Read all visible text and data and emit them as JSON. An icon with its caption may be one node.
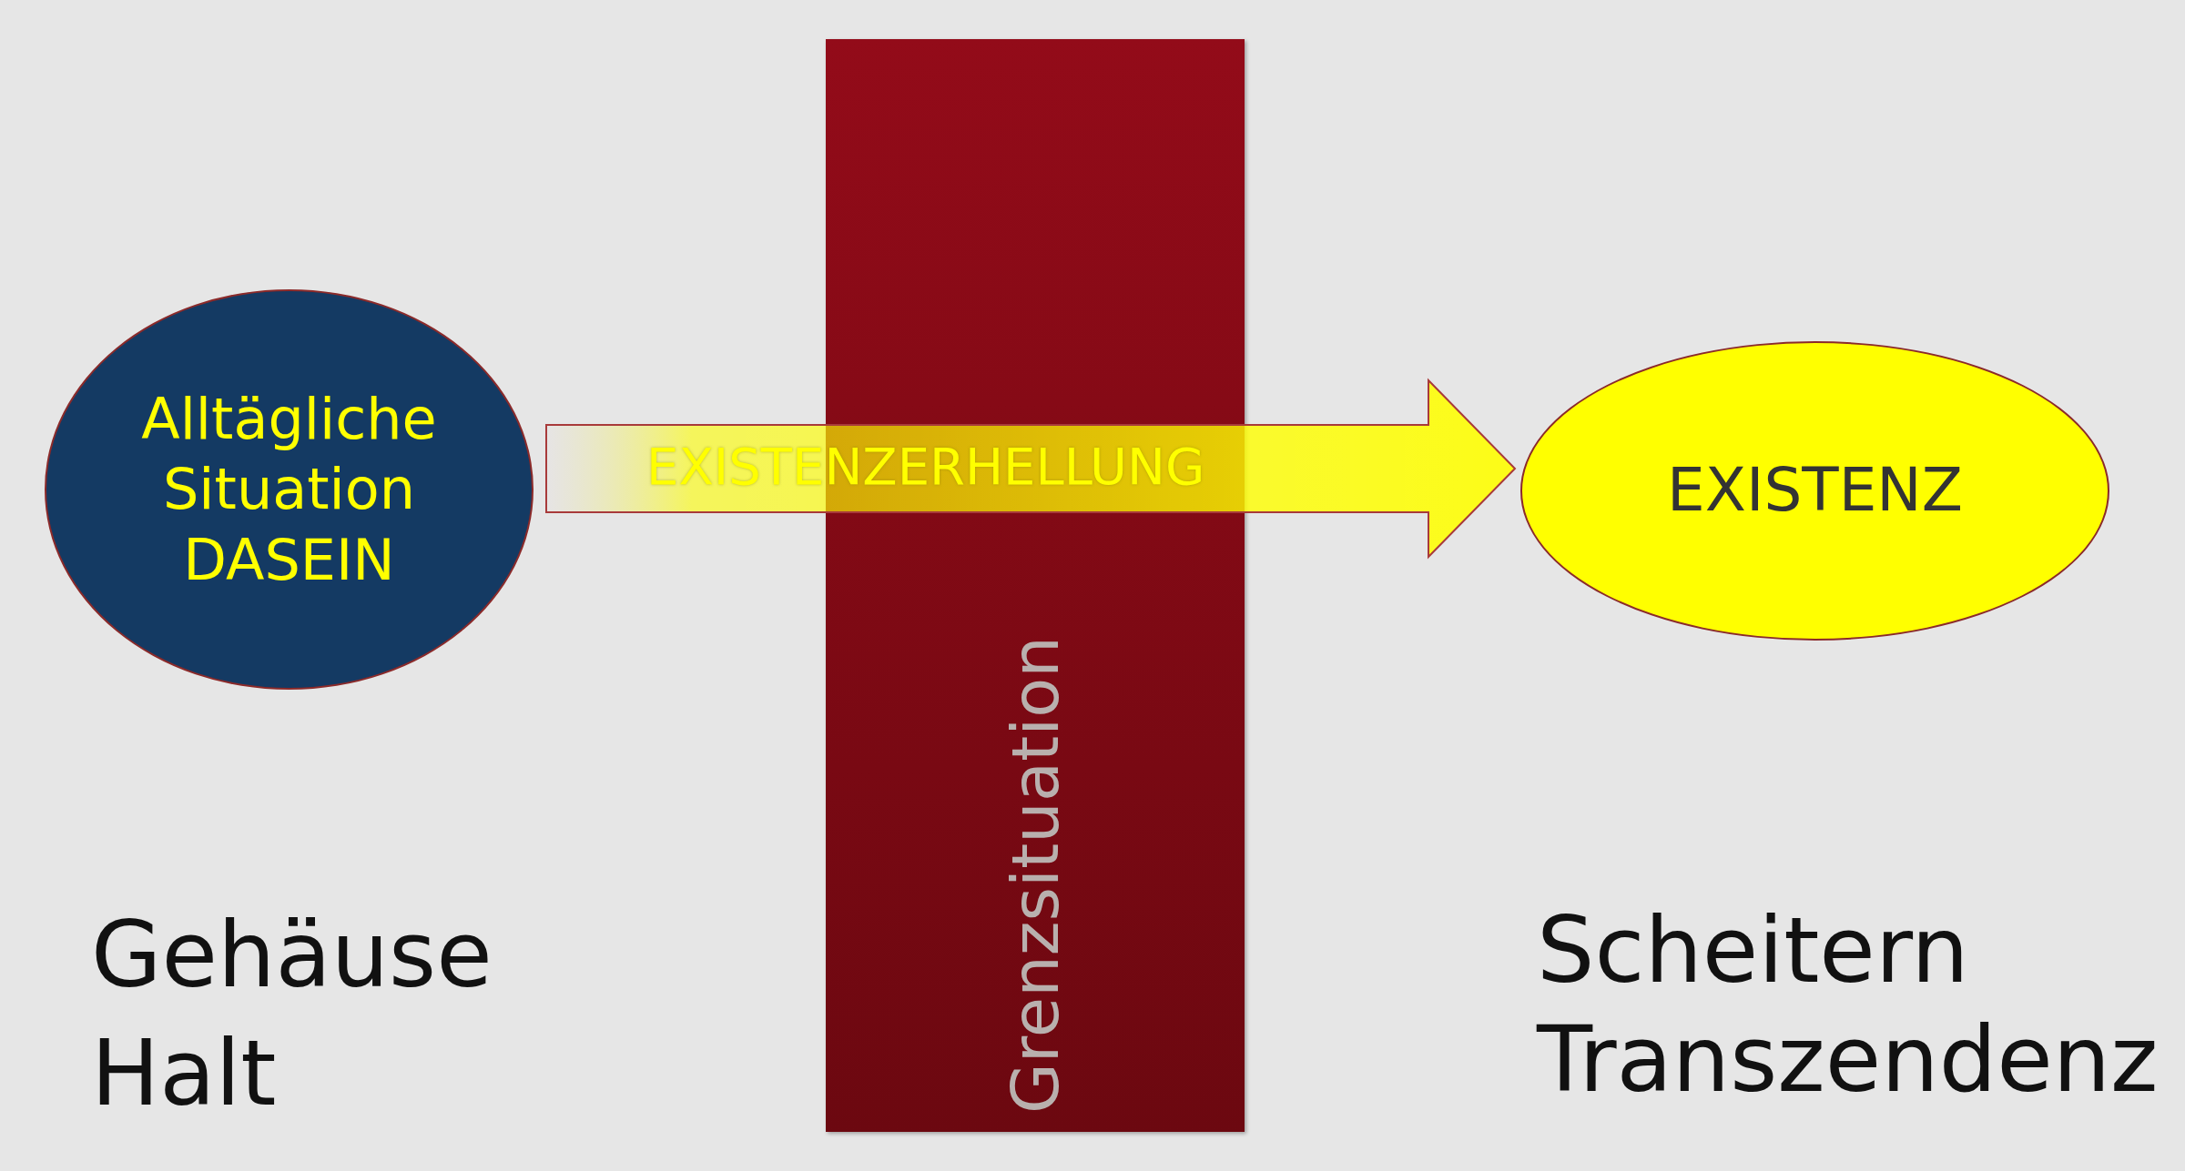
{
  "diagram": {
    "nodes": [
      {
        "text": [
          "Alltägliche Situation DASEIN"
        ]
      },
      {
        "text": [
          "Grenzsituation"
        ]
      },
      {
        "text": [
          "EXISTENZ"
        ]
      }
    ],
    "edges": [
      {
        "from": 0,
        "to": 2,
        "arrow": "to",
        "label": "EXISTENZERHELLUNG"
      }
    ],
    "labels": [
      "Gehäuse",
      "Halt",
      "Scheitern",
      "Transzendenz"
    ]
  }
}
